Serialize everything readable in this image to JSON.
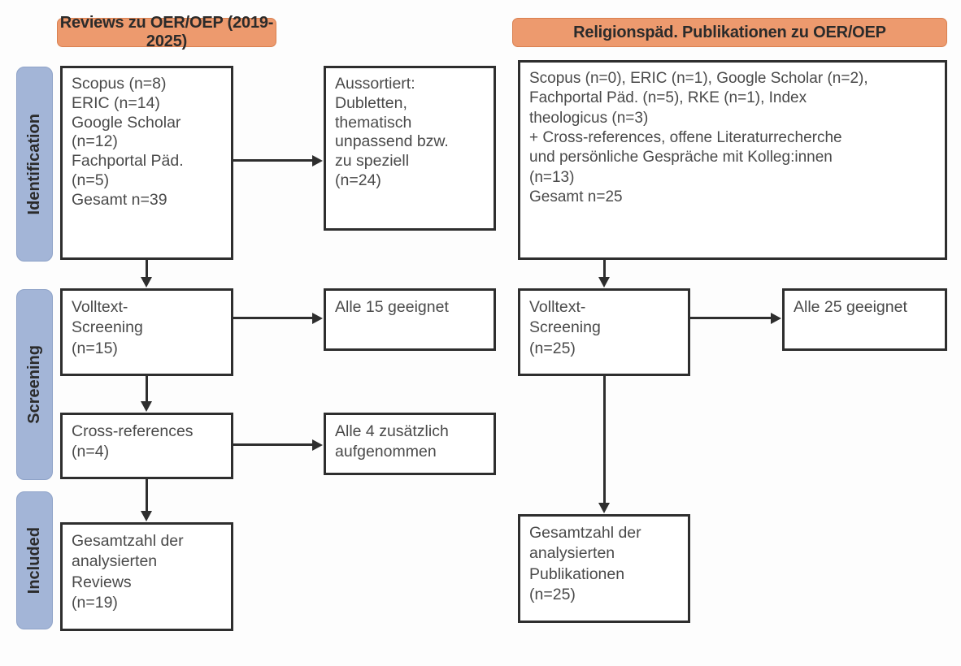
{
  "figure": {
    "type": "prisma-flow-diagram",
    "columns": [
      {
        "id": "left",
        "header": "Reviews zu OER/OEP (2019-2025)"
      },
      {
        "id": "right",
        "header": "Religionspäd. Publikationen zu OER/OEP"
      }
    ],
    "stages": [
      {
        "id": "identification",
        "label": "Identification"
      },
      {
        "id": "screening",
        "label": "Screening"
      },
      {
        "id": "included",
        "label": "Included"
      }
    ],
    "colors": {
      "header_fill": "#ED9A6E",
      "header_border": "#D98050",
      "stage_fill": "#A3B5D7",
      "stage_border": "#8FA3C8",
      "box_border": "#2E2E2E",
      "box_fill": "#FFFFFF",
      "text": "#4A4A4A",
      "background": "#FDFDFD"
    },
    "boxes": {
      "left_identification_sources": "Scopus (n=8)\nERIC (n=14)\nGoogle Scholar\n(n=12)\nFachportal Päd.\n(n=5)\nGesamt n=39",
      "left_excluded": "Aussortiert:\nDubletten,\nthematisch\nunpassend bzw.\nzu speziell\n(n=24)",
      "left_fulltext_screening": "Volltext-\nScreening\n(n=15)",
      "left_all_eligible": "Alle 15 geeignet",
      "left_cross_references": "Cross-references\n(n=4)",
      "left_all_added": "Alle 4 zusätzlich\naufgenommen",
      "left_included_total": "Gesamtzahl der\nanalysierten\nReviews\n(n=19)",
      "right_identification_sources": "Scopus (n=0), ERIC (n=1), Google Scholar (n=2),\nFachportal Päd. (n=5), RKE (n=1), Index\ntheologicus (n=3)\n+ Cross-references, offene Literaturrecherche\nund persönliche Gespräche mit Kolleg:innen\n(n=13)\nGesamt n=25",
      "right_fulltext_screening": "Volltext-\nScreening\n(n=25)",
      "right_all_eligible": "Alle 25 geeignet",
      "right_included_total": "Gesamtzahl der\nanalysierten\nPublikationen\n(n=25)"
    },
    "counts": {
      "left_scopus": 8,
      "left_eric": 14,
      "left_google_scholar": 12,
      "left_fachportal": 5,
      "left_total_identified": 39,
      "left_excluded": 24,
      "left_fulltext_screened": 15,
      "left_eligible": 15,
      "left_cross_references": 4,
      "left_cross_added": 4,
      "left_included": 19,
      "right_scopus": 0,
      "right_eric": 1,
      "right_google_scholar": 2,
      "right_fachportal": 5,
      "right_rke": 1,
      "right_index_theologicus": 3,
      "right_other_sources": 13,
      "right_total_identified": 25,
      "right_fulltext_screened": 25,
      "right_eligible": 25,
      "right_included": 25
    }
  }
}
